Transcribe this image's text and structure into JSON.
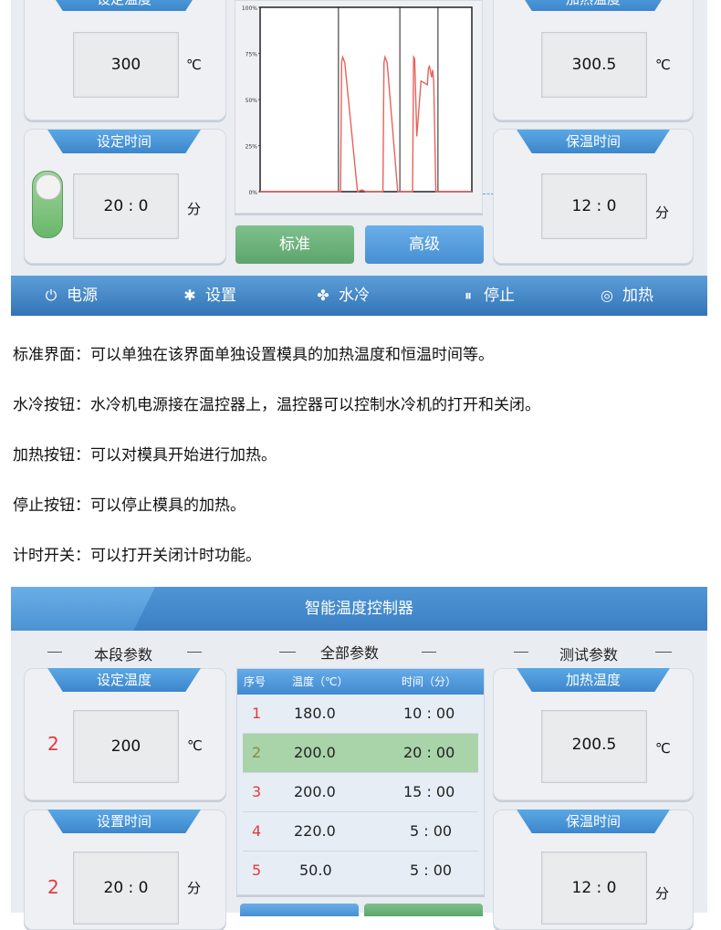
{
  "top": {
    "set_temp": {
      "title": "设定温度",
      "value": "300",
      "unit": "℃"
    },
    "set_time": {
      "title": "设定时间",
      "value": "20 : 0",
      "unit": "分"
    },
    "heat_temp": {
      "title": "加热温度",
      "value": "300.5",
      "unit": "℃"
    },
    "hold_time": {
      "title": "保温时间",
      "value": "12 : 0",
      "unit": "分"
    },
    "buttons": {
      "standard": "标准",
      "advanced": "高级"
    }
  },
  "chart_data": {
    "type": "line",
    "y_ticks": [
      "100%",
      "75%",
      "50%",
      "25%",
      "0%"
    ],
    "ylim": [
      0,
      100
    ],
    "xlim": [
      0,
      100
    ],
    "series": [
      {
        "color": "#e8625a",
        "x": [
          0,
          37,
          38,
          38.5,
          39,
          40,
          46,
          48,
          50,
          53,
          57,
          58,
          58.5,
          59,
          60,
          65,
          66,
          70,
          71,
          72,
          72.5,
          73,
          74,
          76,
          79,
          79.5,
          80,
          81,
          81.5,
          82,
          83,
          84,
          85,
          86,
          87,
          100
        ],
        "y": [
          0,
          0,
          0,
          70,
          73,
          70,
          0,
          1,
          0,
          0,
          0,
          0,
          70,
          73,
          70,
          0,
          0,
          0,
          0,
          0,
          73,
          72,
          30,
          60,
          58,
          67,
          68,
          62,
          66,
          60,
          0,
          0,
          0,
          0,
          0,
          0
        ]
      }
    ],
    "vlines": [
      37,
      66,
      84
    ]
  },
  "nav": [
    {
      "icon": "power-icon",
      "label": "电源"
    },
    {
      "icon": "gear-icon",
      "label": "设置"
    },
    {
      "icon": "fan-icon",
      "label": "水冷"
    },
    {
      "icon": "pause-icon",
      "label": "停止"
    },
    {
      "icon": "heat-icon",
      "label": "加热"
    }
  ],
  "descriptions": [
    "标准界面：可以单独在该界面单独设置模具的加热温度和恒温时间等。",
    "水冷按钮：水冷机电源接在温控器上，温控器可以控制水冷机的打开和关闭。",
    "加热按钮：可以对模具开始进行加热。",
    "停止按钮：可以停止模具的加热。",
    "计时开关：可以打开关闭计时功能。"
  ],
  "bottom": {
    "title": "智能温度控制器",
    "section_left": "本段参数",
    "section_mid": "全部参数",
    "section_right": "测试参数",
    "set_temp": {
      "title": "设定温度",
      "value": "200",
      "unit": "℃",
      "index": "2"
    },
    "set_time": {
      "title": "设置时间",
      "value": "20 : 0",
      "unit": "分",
      "index": "2"
    },
    "heat_temp": {
      "title": "加热温度",
      "value": "200.5",
      "unit": "℃"
    },
    "hold_time": {
      "title": "保温时间",
      "value": "12 : 0",
      "unit": "分"
    },
    "table": {
      "headers": [
        "序号",
        "温度（℃）",
        "时间（分）"
      ],
      "rows": [
        {
          "idx": "1",
          "temp": "180.0",
          "time": "10 : 00"
        },
        {
          "idx": "2",
          "temp": "200.0",
          "time": "20 : 00"
        },
        {
          "idx": "3",
          "temp": "200.0",
          "time": "15 : 00"
        },
        {
          "idx": "4",
          "temp": "220.0",
          "time": "5 : 00"
        },
        {
          "idx": "5",
          "temp": "50.0",
          "time": "5 : 00"
        }
      ],
      "selected_index": 1
    }
  }
}
